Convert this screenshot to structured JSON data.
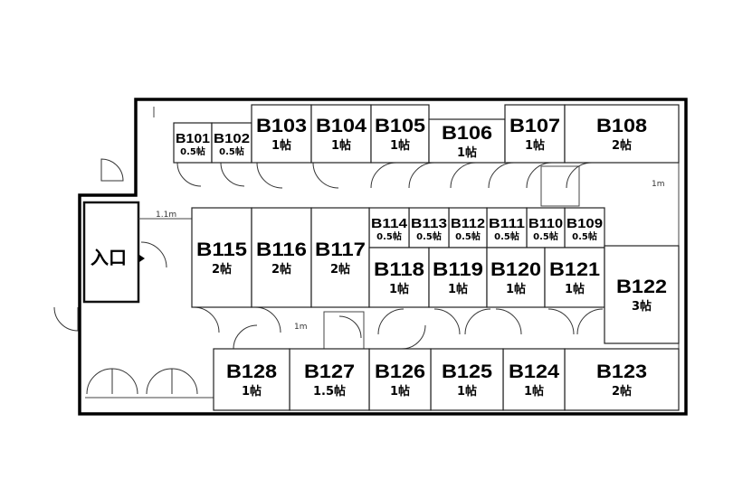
{
  "entrance": {
    "label": "入口"
  },
  "dimensions": {
    "corridor_width": "1.1m",
    "lower_gap": "1m",
    "right_gap": "1m"
  },
  "rooms": [
    {
      "id": "B101",
      "size": "0.5帖"
    },
    {
      "id": "B102",
      "size": "0.5帖"
    },
    {
      "id": "B103",
      "size": "1帖"
    },
    {
      "id": "B104",
      "size": "1帖"
    },
    {
      "id": "B105",
      "size": "1帖"
    },
    {
      "id": "B106",
      "size": "1帖"
    },
    {
      "id": "B107",
      "size": "1帖"
    },
    {
      "id": "B108",
      "size": "2帖"
    },
    {
      "id": "B109",
      "size": "0.5帖"
    },
    {
      "id": "B110",
      "size": "0.5帖"
    },
    {
      "id": "B111",
      "size": "0.5帖"
    },
    {
      "id": "B112",
      "size": "0.5帖"
    },
    {
      "id": "B113",
      "size": "0.5帖"
    },
    {
      "id": "B114",
      "size": "0.5帖"
    },
    {
      "id": "B115",
      "size": "2帖"
    },
    {
      "id": "B116",
      "size": "2帖"
    },
    {
      "id": "B117",
      "size": "2帖"
    },
    {
      "id": "B118",
      "size": "1帖"
    },
    {
      "id": "B119",
      "size": "1帖"
    },
    {
      "id": "B120",
      "size": "1帖"
    },
    {
      "id": "B121",
      "size": "1帖"
    },
    {
      "id": "B122",
      "size": "3帖"
    },
    {
      "id": "B123",
      "size": "2帖"
    },
    {
      "id": "B124",
      "size": "1帖"
    },
    {
      "id": "B125",
      "size": "1帖"
    },
    {
      "id": "B126",
      "size": "1帖"
    },
    {
      "id": "B127",
      "size": "1.5帖"
    },
    {
      "id": "B128",
      "size": "1帖"
    }
  ]
}
